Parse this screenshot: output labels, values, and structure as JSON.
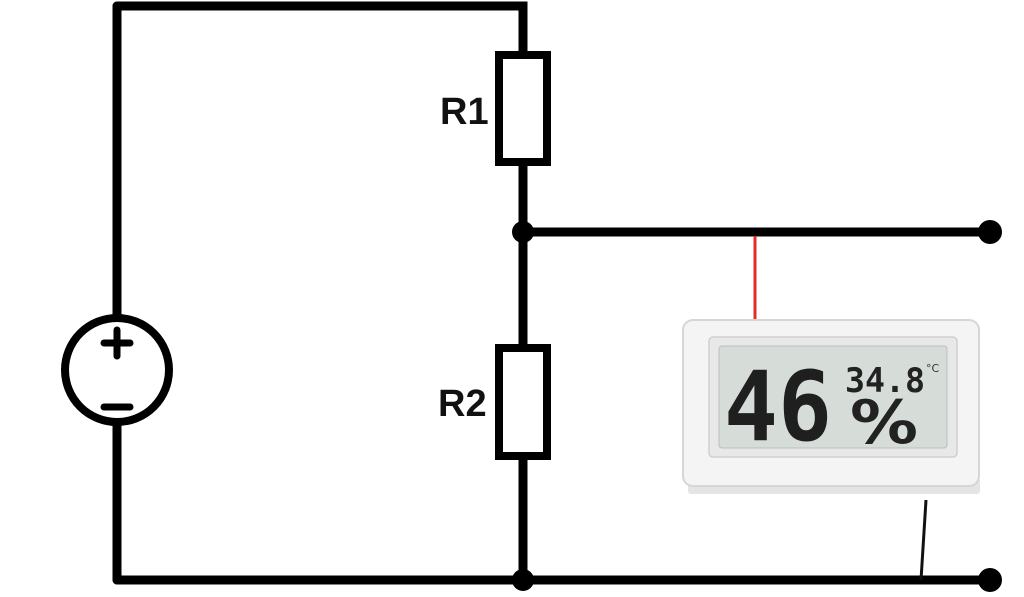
{
  "components": {
    "resistor_top": {
      "label": "R1"
    },
    "resistor_bottom": {
      "label": "R2"
    },
    "source": {
      "plus": "+",
      "minus": "−"
    }
  },
  "hygrometer": {
    "humidity": "46",
    "humidity_unit": "%",
    "temperature": "34.8",
    "temperature_unit": "°C"
  },
  "colors": {
    "wire": "#000000",
    "probe_wire": "#e32b2b",
    "lcd_background": "#d6dcd8",
    "device_body": "#f4f4f4"
  }
}
